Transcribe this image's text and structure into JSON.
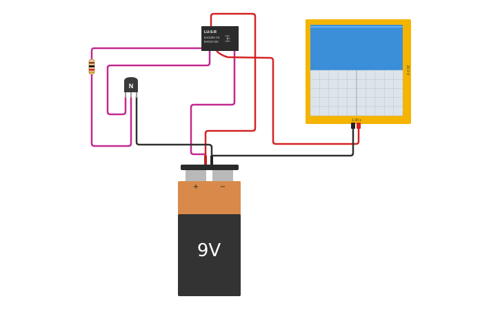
{
  "colors": {
    "wire_magenta": "#c2278f",
    "wire_red": "#d42121",
    "wire_black": "#2f2f2f",
    "scope_frame": "#f4b400",
    "scope_screen_top": "#3a8fd8",
    "scope_screen_bottom": "#dde4ea",
    "battery_top": "#d98a4a",
    "battery_body": "#333333"
  },
  "relay": {
    "title": "LU-5-R",
    "spec_line1": "5A/125V AC",
    "spec_line2": "5A/24V DC"
  },
  "transistor": {
    "label": "N",
    "icon": "npn-transistor-icon"
  },
  "resistor": {
    "icon": "resistor-icon"
  },
  "oscilloscope": {
    "time_label": "1.00 s",
    "volt_label": "20.0 V"
  },
  "battery": {
    "label": "9V",
    "plus": "+",
    "minus": "−"
  }
}
